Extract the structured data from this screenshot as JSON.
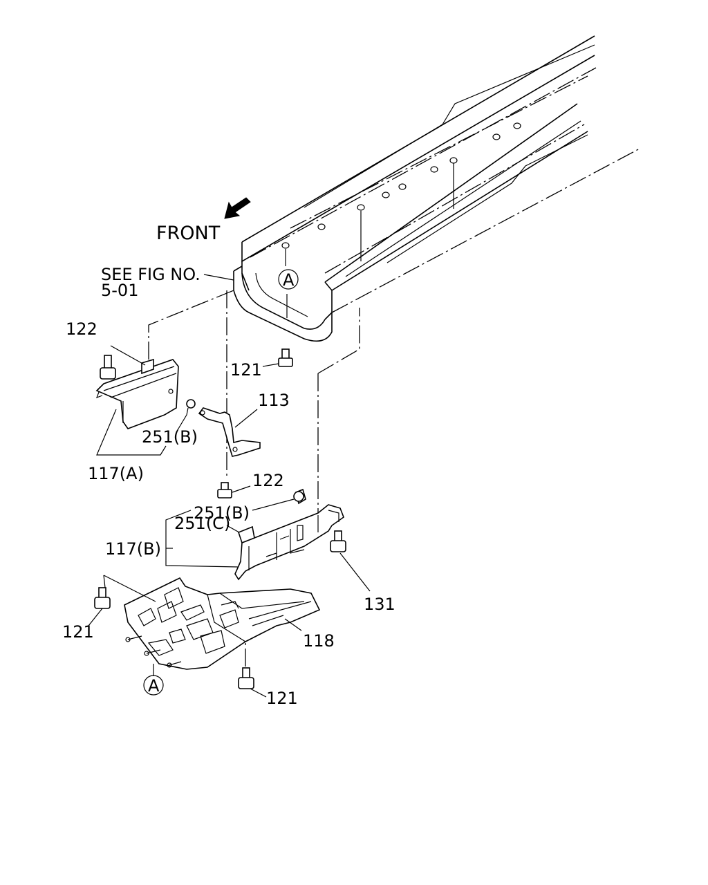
{
  "labels": {
    "front": "FRONT",
    "see_fig_line1": "SEE FIG NO.",
    "see_fig_line2": "5-01",
    "callout_a": "A",
    "p122_top": "122",
    "p121_frame": "121",
    "p113": "113",
    "p251b_upper": "251(B)",
    "p117a": "117(A)",
    "p122_mid": "122",
    "p251b_lower": "251(B)",
    "p117b": "117(B)",
    "p251c": "251(C)",
    "p131": "131",
    "p121_left": "121",
    "p118": "118",
    "p121_bottom": "121"
  },
  "icons": {
    "front_arrow": "arrow-down-left-icon",
    "callout": "circled-letter-icon",
    "fastener": "bolt-icon"
  }
}
